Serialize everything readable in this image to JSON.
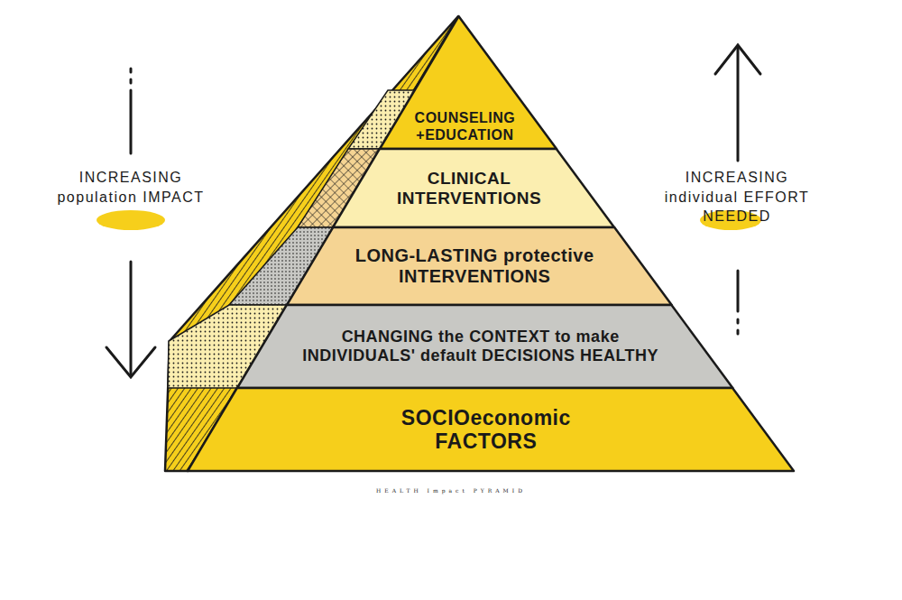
{
  "diagram": {
    "title": "HEALTH Impact PYRAMID",
    "nodes": [
      {
        "text": [
          "COUNSELING +EDUCATION"
        ]
      },
      {
        "text": [
          "CLINICAL INTERVENTIONS"
        ]
      },
      {
        "text": [
          "LONG-LASTING protective INTERVENTIONS"
        ]
      },
      {
        "text": [
          "CHANGING the CONTEXT to make INDIVIDUALS' default DECISIONS HEALTHY"
        ]
      },
      {
        "text": [
          "SOCIOeconomic FACTORS"
        ]
      }
    ],
    "labels": [
      "INCREASING population IMPACT",
      "INCREASING individual EFFORT NEEDED"
    ]
  }
}
